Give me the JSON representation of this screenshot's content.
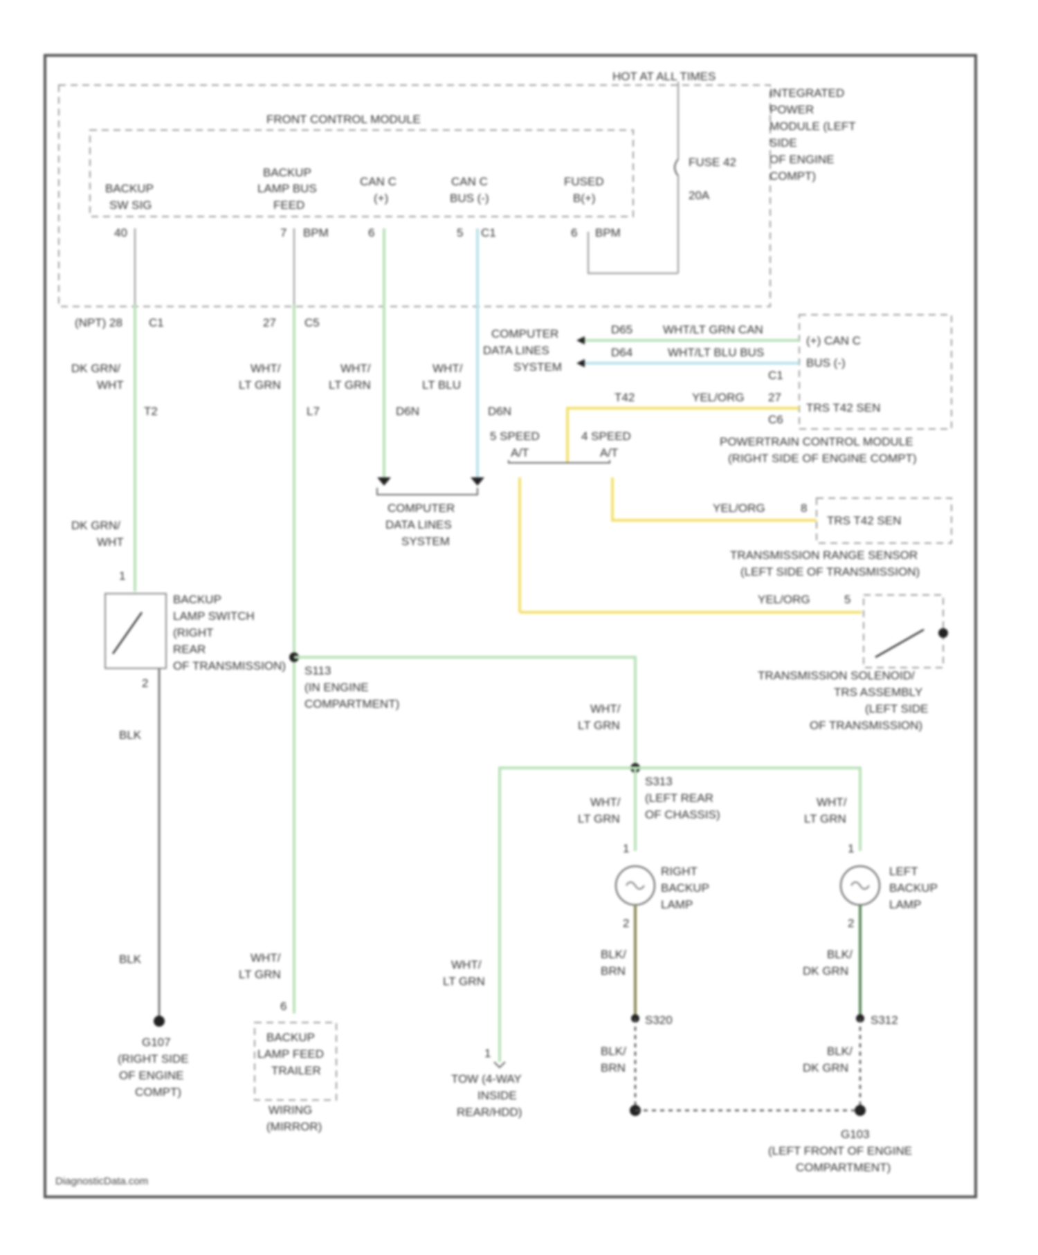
{
  "source": "DiagnosticData.com",
  "power": {
    "hot_at_all_times": "HOT AT ALL TIMES",
    "ipm": [
      "INTEGRATED",
      "POWER",
      "MODULE (LEFT",
      "SIDE",
      "OF ENGINE",
      "COMPT)"
    ],
    "fuse": "FUSE 42",
    "fuse_amp": "20A"
  },
  "fcm": {
    "title": "FRONT CONTROL MODULE",
    "pins": [
      {
        "label": [
          "BACKUP",
          "SW SIG"
        ],
        "pin": "40"
      },
      {
        "label": [
          "BACKUP",
          "LAMP BUS",
          "FEED"
        ],
        "pin": "7",
        "conn": "BPM"
      },
      {
        "label": [
          "CAN C",
          "(+)"
        ],
        "pin": "6"
      },
      {
        "label": [
          "CAN C",
          "BUS (-)"
        ],
        "pin": "5",
        "conn": "C1"
      },
      {
        "label": [
          "FUSED",
          "B(+)"
        ],
        "pin": "6",
        "conn": "BPM"
      }
    ]
  },
  "connectors": {
    "c1_left": [
      "(NPT) 28",
      "C1"
    ],
    "c5": [
      "27",
      "C5"
    ],
    "wire_l7": "L7",
    "wire_t2": "T2",
    "d65": "D65",
    "d64": "D64",
    "t42": "T42",
    "pcm_pin_c1": "C1",
    "pcm_pin_27": "27",
    "pcm_pin_c6": "C6",
    "trs_pin_8": "8",
    "sol_pin_5": "5"
  },
  "wires": {
    "dk_grn_wht": [
      "DK GRN/",
      "WHT"
    ],
    "wht_lt_grn": [
      "WHT/",
      "LT GRN"
    ],
    "wht_lt_blu": [
      "WHT/",
      "LT BLU"
    ],
    "wht_lt_grn_can": "WHT/LT GRN CAN",
    "wht_lt_blu_bus": "WHT/LT BLU BUS",
    "yel_org": "YEL/ORG",
    "blk": "BLK",
    "blk_brn": [
      "BLK/",
      "BRN"
    ],
    "blk_dk_grn": [
      "BLK/",
      "DK GRN"
    ],
    "d_can": "D6N",
    "d_can2": "D6N"
  },
  "computer_data_lines": [
    "COMPUTER",
    "DATA LINES",
    "SYSTEM"
  ],
  "pcm": {
    "pins": [
      "(+) CAN C",
      "BUS (-)",
      "TRS T42 SEN"
    ],
    "title": [
      "POWERTRAIN CONTROL MODULE",
      "(RIGHT SIDE OF ENGINE COMPT)"
    ]
  },
  "trans_options": [
    [
      "5 SPEED",
      "A/T"
    ],
    [
      "4 SPEED",
      "A/T"
    ]
  ],
  "trs": {
    "pin": "TRS T42 SEN",
    "title": [
      "TRANSMISSION RANGE SENSOR",
      "(LEFT SIDE OF TRANSMISSION)"
    ]
  },
  "solenoid": [
    "TRANSMISSION SOLENOID/",
    "TRS ASSEMBLY",
    "(LEFT SIDE",
    "OF TRANSMISSION)"
  ],
  "backup_switch": {
    "label": [
      "BACKUP",
      "LAMP SWITCH",
      "(RIGHT",
      "REAR",
      "OF TRANSMISSION)"
    ],
    "pin_top": "1",
    "pin_bottom": "2"
  },
  "splice_eng": [
    "S113",
    "(IN ENGINE",
    "COMPARTMENT)"
  ],
  "splice_rear": [
    "S313",
    "(LEFT REAR",
    "OF CHASSIS)"
  ],
  "right_lamp": [
    "RIGHT",
    "BACKUP",
    "LAMP"
  ],
  "left_lamp": [
    "LEFT",
    "BACKUP",
    "LAMP"
  ],
  "ground_left": [
    "G107",
    "(RIGHT SIDE",
    "OF ENGINE",
    "COMPT)"
  ],
  "trailer": [
    "BACKUP",
    "LAMP FEED",
    "TRAILER"
  ],
  "trailer_sub": [
    "WIRING",
    "(MIRROR)"
  ],
  "trailer_pin": "6",
  "tow": [
    "TOW (4-WAY",
    "INSIDE",
    "REAR/HDD)"
  ],
  "tow_pin": "1",
  "s320": "S320",
  "s312": "S312",
  "ground_bottom": [
    "G103",
    "(LEFT FRONT OF ENGINE",
    "COMPARTMENT)"
  ],
  "lamp_pins": {
    "top": "1",
    "bottom": "2"
  }
}
